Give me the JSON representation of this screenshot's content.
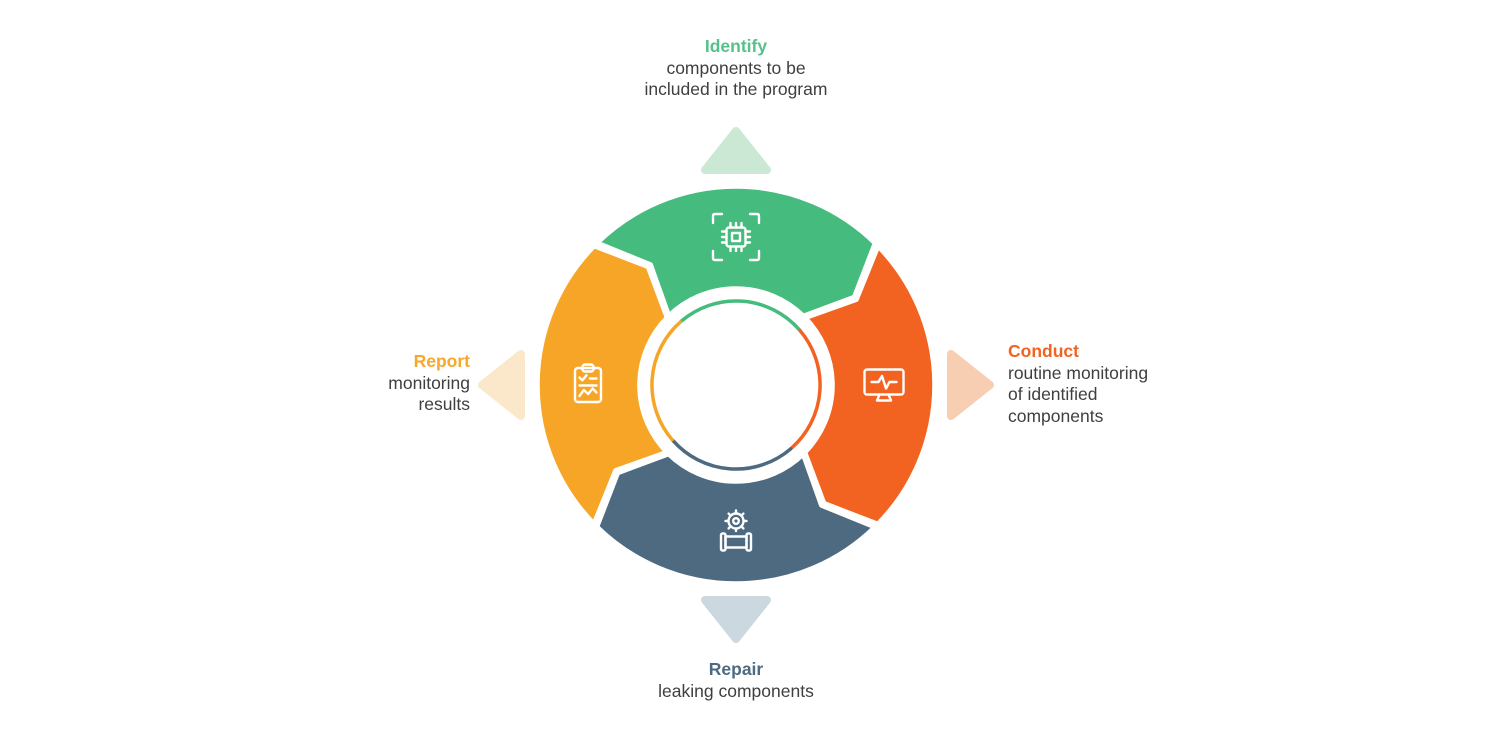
{
  "diagram": {
    "type": "cycle-diagram",
    "flow_direction": "clockwise",
    "background": "#FFFFFF",
    "text_color": "#3F3F3F",
    "segments": [
      {
        "id": "identify",
        "position": "top",
        "center_angle": 0,
        "name": "Identify",
        "desc_lines": [
          "components to be",
          "included in the program"
        ],
        "color": "#45BB7E",
        "title_color": "#55C289",
        "arrow_color": "#CBE8D4",
        "icon": "chip-in-frame-icon"
      },
      {
        "id": "conduct",
        "position": "right",
        "center_angle": 90,
        "name": "Conduct",
        "desc_lines": [
          "routine monitoring",
          "of identified",
          "components"
        ],
        "color": "#F26322",
        "title_color": "#F26322",
        "arrow_color": "#F8CEB2",
        "icon": "monitor-pulse-icon"
      },
      {
        "id": "repair",
        "position": "bottom",
        "center_angle": 180,
        "name": "Repair",
        "desc_lines": [
          "leaking components"
        ],
        "color": "#4D6A81",
        "title_color": "#4D6A81",
        "arrow_color": "#CBD8DF",
        "icon": "gear-pipe-icon"
      },
      {
        "id": "report",
        "position": "left",
        "center_angle": 270,
        "name": "Report",
        "desc_lines": [
          "monitoring",
          "results"
        ],
        "color": "#F7A527",
        "title_color": "#F9A72B",
        "arrow_color": "#FBE8CB",
        "icon": "clipboard-checklist-icon"
      }
    ]
  }
}
